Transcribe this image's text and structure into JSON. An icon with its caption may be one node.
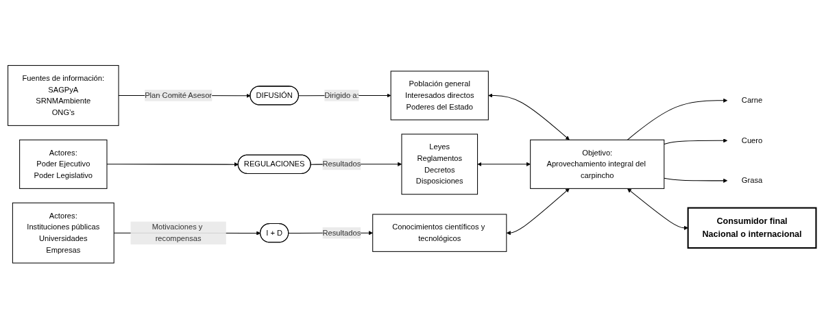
{
  "diagram": {
    "nodes": [
      {
        "text": [
          "Fuentes de información:",
          "SAGPyA",
          "SRNMAmbiente",
          "ONG’s"
        ]
      },
      {
        "text": [
          "DIFUSIÓN"
        ]
      },
      {
        "text": [
          "Población general",
          "Interesados directos",
          "Poderes del Estado"
        ]
      },
      {
        "text": [
          "Actores:",
          "Poder Ejecutivo",
          "Poder Legislativo"
        ]
      },
      {
        "text": [
          "REGULACIONES"
        ]
      },
      {
        "text": [
          "Leyes",
          "Reglamentos",
          "Decretos",
          "Disposiciones"
        ]
      },
      {
        "text": [
          "Actores:",
          "Instituciones públicas",
          "Universidades",
          "Empresas"
        ]
      },
      {
        "text": [
          "I + D"
        ]
      },
      {
        "text": [
          "Conocimientos científicos y tecnológicos"
        ]
      },
      {
        "text": [
          "Objetivo:",
          "Aprovechamiento integral del carpincho"
        ]
      },
      {
        "text": [
          "Carne"
        ]
      },
      {
        "text": [
          "Cuero"
        ]
      },
      {
        "text": [
          "Grasa"
        ]
      },
      {
        "text": [
          "Consumidor final",
          "Nacional o internacional"
        ]
      }
    ],
    "edges": [
      {
        "from": 0,
        "to": 1,
        "arrow": "to",
        "label": "Plan Comité Asesor"
      },
      {
        "from": 1,
        "to": 2,
        "arrow": "to",
        "label": "Dirigido a:"
      },
      {
        "from": 3,
        "to": 4,
        "arrow": "to"
      },
      {
        "from": 4,
        "to": 5,
        "arrow": "to",
        "label": "Resultados"
      },
      {
        "from": 6,
        "to": 7,
        "arrow": "to",
        "label": "Motivaciones y recompensas"
      },
      {
        "from": 7,
        "to": 8,
        "arrow": "to",
        "label": "Resultados"
      },
      {
        "from": 2,
        "to": 9,
        "arrow": "both"
      },
      {
        "from": 5,
        "to": 9,
        "arrow": "both"
      },
      {
        "from": 8,
        "to": 9,
        "arrow": "both"
      },
      {
        "from": 9,
        "to": 10,
        "arrow": "to"
      },
      {
        "from": 9,
        "to": 11,
        "arrow": "to"
      },
      {
        "from": 9,
        "to": 12,
        "arrow": "to"
      },
      {
        "from": 9,
        "to": 13,
        "arrow": "both"
      }
    ]
  }
}
